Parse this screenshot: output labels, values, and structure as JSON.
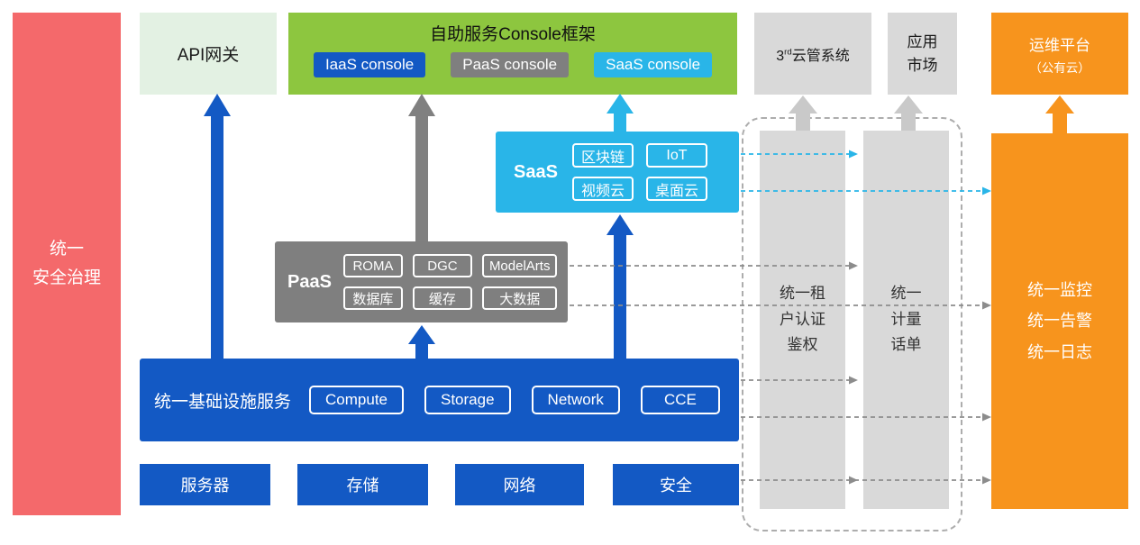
{
  "palette": {
    "red": "#F4696B",
    "pale_green": "#E3F1E3",
    "green": "#8DC63F",
    "blue": "#1359C4",
    "cyan": "#29B5E8",
    "gray": "#7F7F7F",
    "light_gray": "#D9D9D9",
    "orange": "#F7941D"
  },
  "security_bar": {
    "lines": [
      "统一",
      "安全治理"
    ]
  },
  "api_gateway": {
    "label": "API网关"
  },
  "console_frame": {
    "title": "自助服务Console框架",
    "buttons": [
      {
        "label": "IaaS console"
      },
      {
        "label": "PaaS console"
      },
      {
        "label": "SaaS console"
      }
    ]
  },
  "third_party_cloud": {
    "prefix": "3",
    "sup": "rd",
    "suffix": "云管系统"
  },
  "app_market": {
    "lines": [
      "应用",
      "市场"
    ]
  },
  "ops_platform": {
    "lines": [
      "运维平台",
      "（公有云）"
    ]
  },
  "saas": {
    "label": "SaaS",
    "chips": [
      "区块链",
      "IoT",
      "视频云",
      "桌面云"
    ]
  },
  "paas": {
    "label": "PaaS",
    "chips": [
      "ROMA",
      "DGC",
      "ModelArts",
      "数据库",
      "缓存",
      "大数据"
    ]
  },
  "infrastructure": {
    "label": "统一基础设施服务",
    "chips": [
      "Compute",
      "Storage",
      "Network",
      "CCE"
    ]
  },
  "resource_boxes": [
    "服务器",
    "存储",
    "网络",
    "安全"
  ],
  "tenant_auth_bar": {
    "lines": [
      "统一租",
      "户认证",
      "鉴权"
    ]
  },
  "metering_bar": {
    "lines": [
      "统一",
      "计量",
      "话单"
    ]
  },
  "monitoring_bar": {
    "lines": [
      "统一监控",
      "统一告警",
      "统一日志"
    ]
  }
}
